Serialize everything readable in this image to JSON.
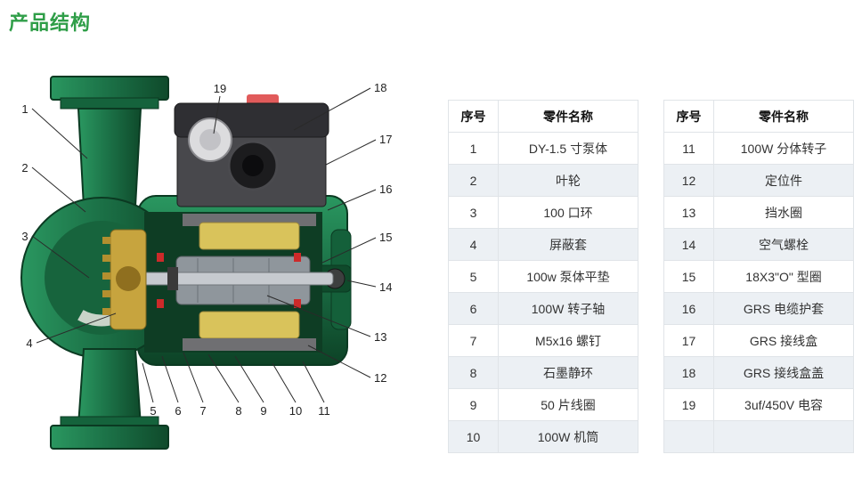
{
  "page": {
    "title": "产品结构"
  },
  "diagram": {
    "description": "pump-cutaway-diagram",
    "callouts": [
      "1",
      "2",
      "3",
      "4",
      "5",
      "6",
      "7",
      "8",
      "9",
      "10",
      "11",
      "12",
      "13",
      "14",
      "15",
      "16",
      "17",
      "18",
      "19"
    ]
  },
  "tables": [
    {
      "headers": [
        "序号",
        "零件名称"
      ],
      "rows": [
        [
          "1",
          "DY-1.5 寸泵体"
        ],
        [
          "2",
          "叶轮"
        ],
        [
          "3",
          "100 口环"
        ],
        [
          "4",
          "屏蔽套"
        ],
        [
          "5",
          "100w 泵体平垫"
        ],
        [
          "6",
          "100W 转子轴"
        ],
        [
          "7",
          "M5x16 螺钉"
        ],
        [
          "8",
          "石墨静环"
        ],
        [
          "9",
          "50 片线圈"
        ],
        [
          "10",
          "100W 机筒"
        ]
      ]
    },
    {
      "headers": [
        "序号",
        "零件名称"
      ],
      "rows": [
        [
          "11",
          "100W 分体转子"
        ],
        [
          "12",
          "定位件"
        ],
        [
          "13",
          "挡水圈"
        ],
        [
          "14",
          "空气螺栓"
        ],
        [
          "15",
          "18X3\"O\" 型圈"
        ],
        [
          "16",
          "GRS 电缆护套"
        ],
        [
          "17",
          "GRS 接线盒"
        ],
        [
          "18",
          "GRS 接线盒盖"
        ],
        [
          "19",
          "3uf/450V 电容"
        ],
        [
          "",
          ""
        ]
      ]
    }
  ],
  "colors": {
    "title_green": "#2f9e48",
    "pump_green": "#1b7046",
    "pump_dark": "#0b3a22",
    "coil_yellow": "#d9c35b",
    "box_dark": "#3a3a3d",
    "seal_red": "#cc2a2a",
    "row_alt": "#ecf0f4",
    "table_border": "#e0e4e8",
    "text": "#333333"
  }
}
